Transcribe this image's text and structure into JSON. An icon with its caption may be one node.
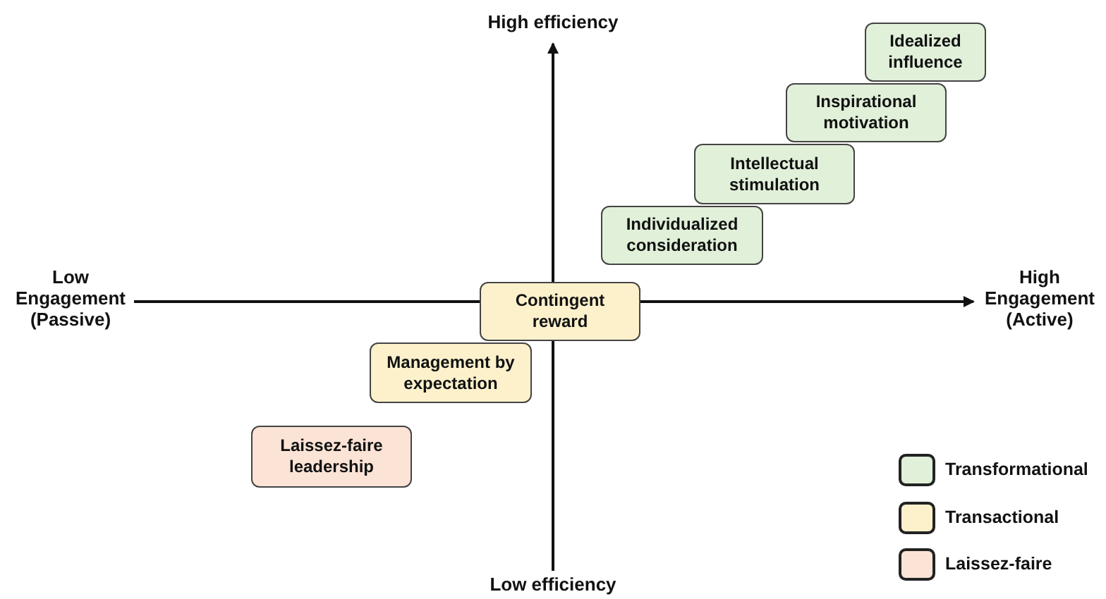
{
  "diagram": {
    "nodes": [
      {
        "text": [
          "Idealized influence"
        ]
      },
      {
        "text": [
          "Inspirational motivation"
        ]
      },
      {
        "text": [
          "Intellectual stimulation"
        ]
      },
      {
        "text": [
          "Individualized consideration"
        ]
      },
      {
        "text": [
          "Contingent reward"
        ]
      },
      {
        "text": [
          "Management by expectation"
        ]
      },
      {
        "text": [
          "Laissez-faire leadership"
        ]
      }
    ],
    "labels": [
      "High efficiency",
      "Low Engagement (Passive)",
      "High Engagement (Active)",
      "Low efficiency"
    ],
    "legend": [
      {
        "text": "Transformational",
        "color": "#e1f0d9"
      },
      {
        "text": "Transactional",
        "color": "#fdf1cc"
      },
      {
        "text": "Laissez-faire",
        "color": "#fbe3d6"
      }
    ]
  }
}
